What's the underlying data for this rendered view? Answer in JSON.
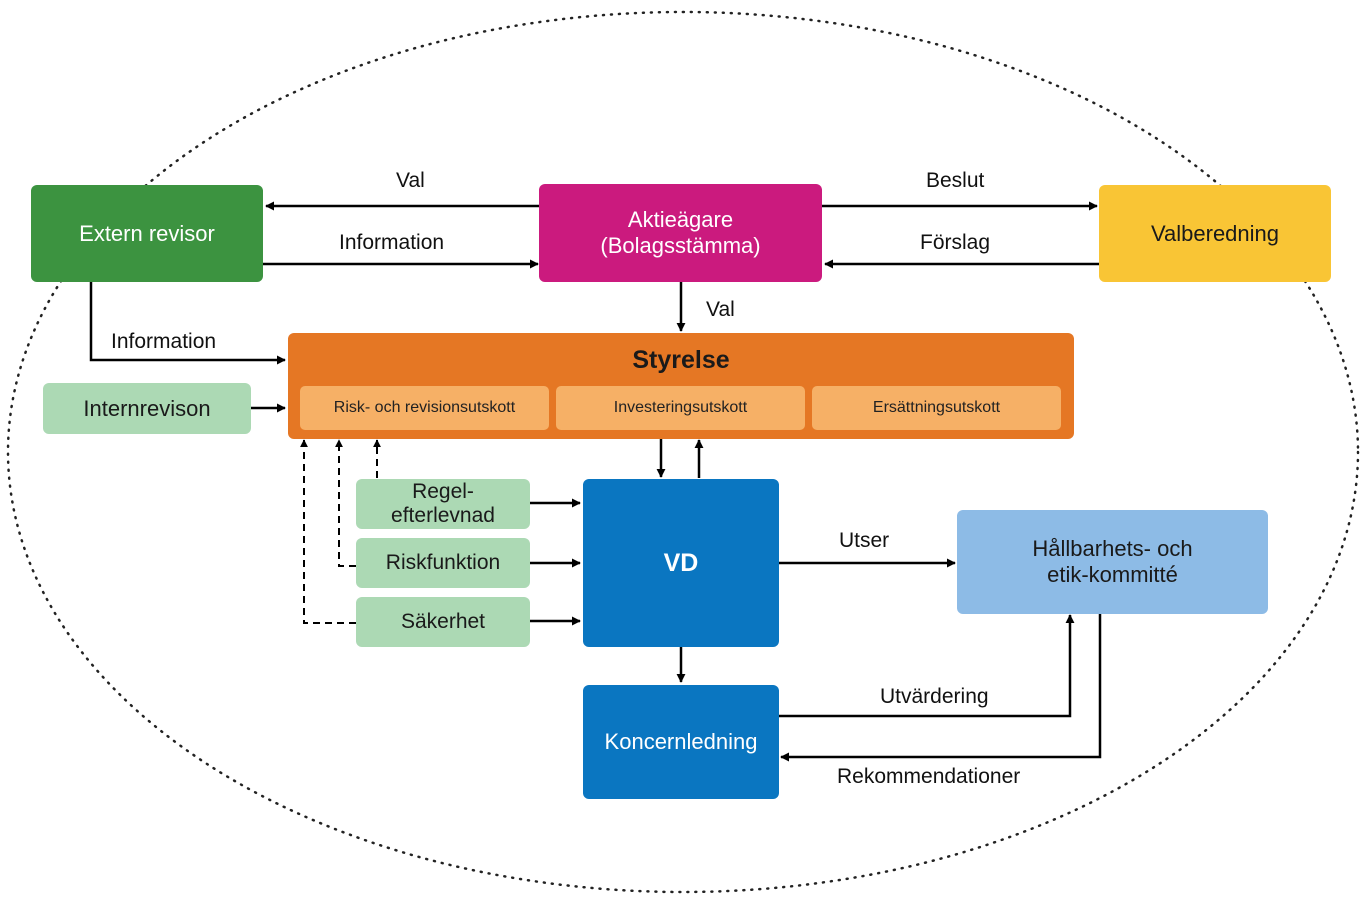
{
  "colors": {
    "aktieagare": "#cb1a7e",
    "extern_revisor": "#3c9340",
    "valberedning": "#f9c535",
    "styrelse": "#e57724",
    "utskott": "#f6b066",
    "light_green": "#acd9b4",
    "vd_blue": "#0a76c1",
    "light_blue": "#8dbbe6",
    "line": "#000000"
  },
  "nodes": {
    "extern_revisor": "Extern revisor",
    "aktieagare_line1": "Aktieägare",
    "aktieagare_line2": "(Bolagsstämma)",
    "valberedning": "Valberedning",
    "styrelse": "Styrelse",
    "risk_utskott": "Risk- och revisionsutskott",
    "investeringsutskott": "Investeringsutskott",
    "ersattningsutskott": "Ersättningsutskott",
    "internrevison": "Internrevison",
    "regel_line1": "Regel-",
    "regel_line2": "efterlevnad",
    "riskfunktion": "Riskfunktion",
    "sakerhet": "Säkerhet",
    "vd": "VD",
    "hallbarhet_line1": "Hållbarhets- och",
    "hallbarhet_line2": "etik-kommitté",
    "koncernledning": "Koncernledning"
  },
  "edge_labels": {
    "val_to_revisor": "Val",
    "information_to_aktieagare": "Information",
    "beslut": "Beslut",
    "forslag": "Förslag",
    "val_to_styrelse": "Val",
    "information_to_styrelse": "Information",
    "utser": "Utser",
    "utvardering": "Utvärdering",
    "rekommendationer": "Rekommendationer"
  }
}
